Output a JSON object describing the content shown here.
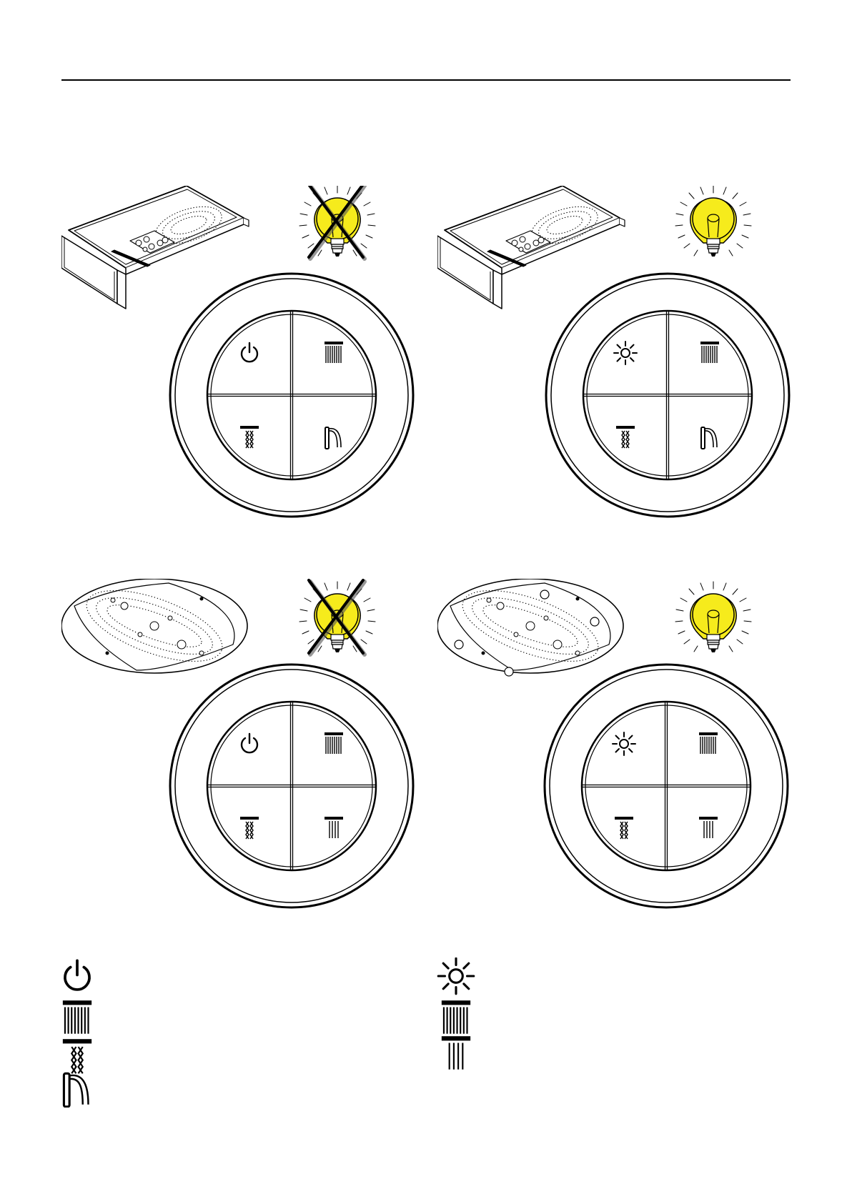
{
  "layout_meta": {
    "bulb_off_color": "#FFE400",
    "bulb_on_color": "#F6EB1C",
    "line_color": "#000000"
  },
  "panels": [
    {
      "id": "panel-1",
      "device": "rain-shower-waterfall",
      "light": "off",
      "buttons": [
        "power-icon",
        "rain-shower-icon",
        "mist-shower-icon",
        "waterfall-icon"
      ]
    },
    {
      "id": "panel-2",
      "device": "rain-shower-waterfall",
      "light": "on",
      "buttons": [
        "light-icon",
        "rain-shower-icon",
        "mist-shower-icon",
        "waterfall-icon"
      ]
    },
    {
      "id": "panel-3",
      "device": "oval-shower-plate",
      "light": "off",
      "buttons": [
        "power-icon",
        "rain-shower-icon",
        "mist-shower-icon",
        "narrow-shower-icon"
      ]
    },
    {
      "id": "panel-4",
      "device": "oval-shower-plate-jets",
      "light": "on",
      "buttons": [
        "light-icon",
        "rain-shower-icon",
        "mist-shower-icon",
        "narrow-shower-icon"
      ]
    }
  ],
  "legend": {
    "left": [
      "power-icon",
      "rain-shower-icon",
      "mist-shower-icon",
      "waterfall-icon"
    ],
    "right": [
      "light-icon",
      "rain-shower-icon",
      "narrow-shower-icon"
    ]
  }
}
